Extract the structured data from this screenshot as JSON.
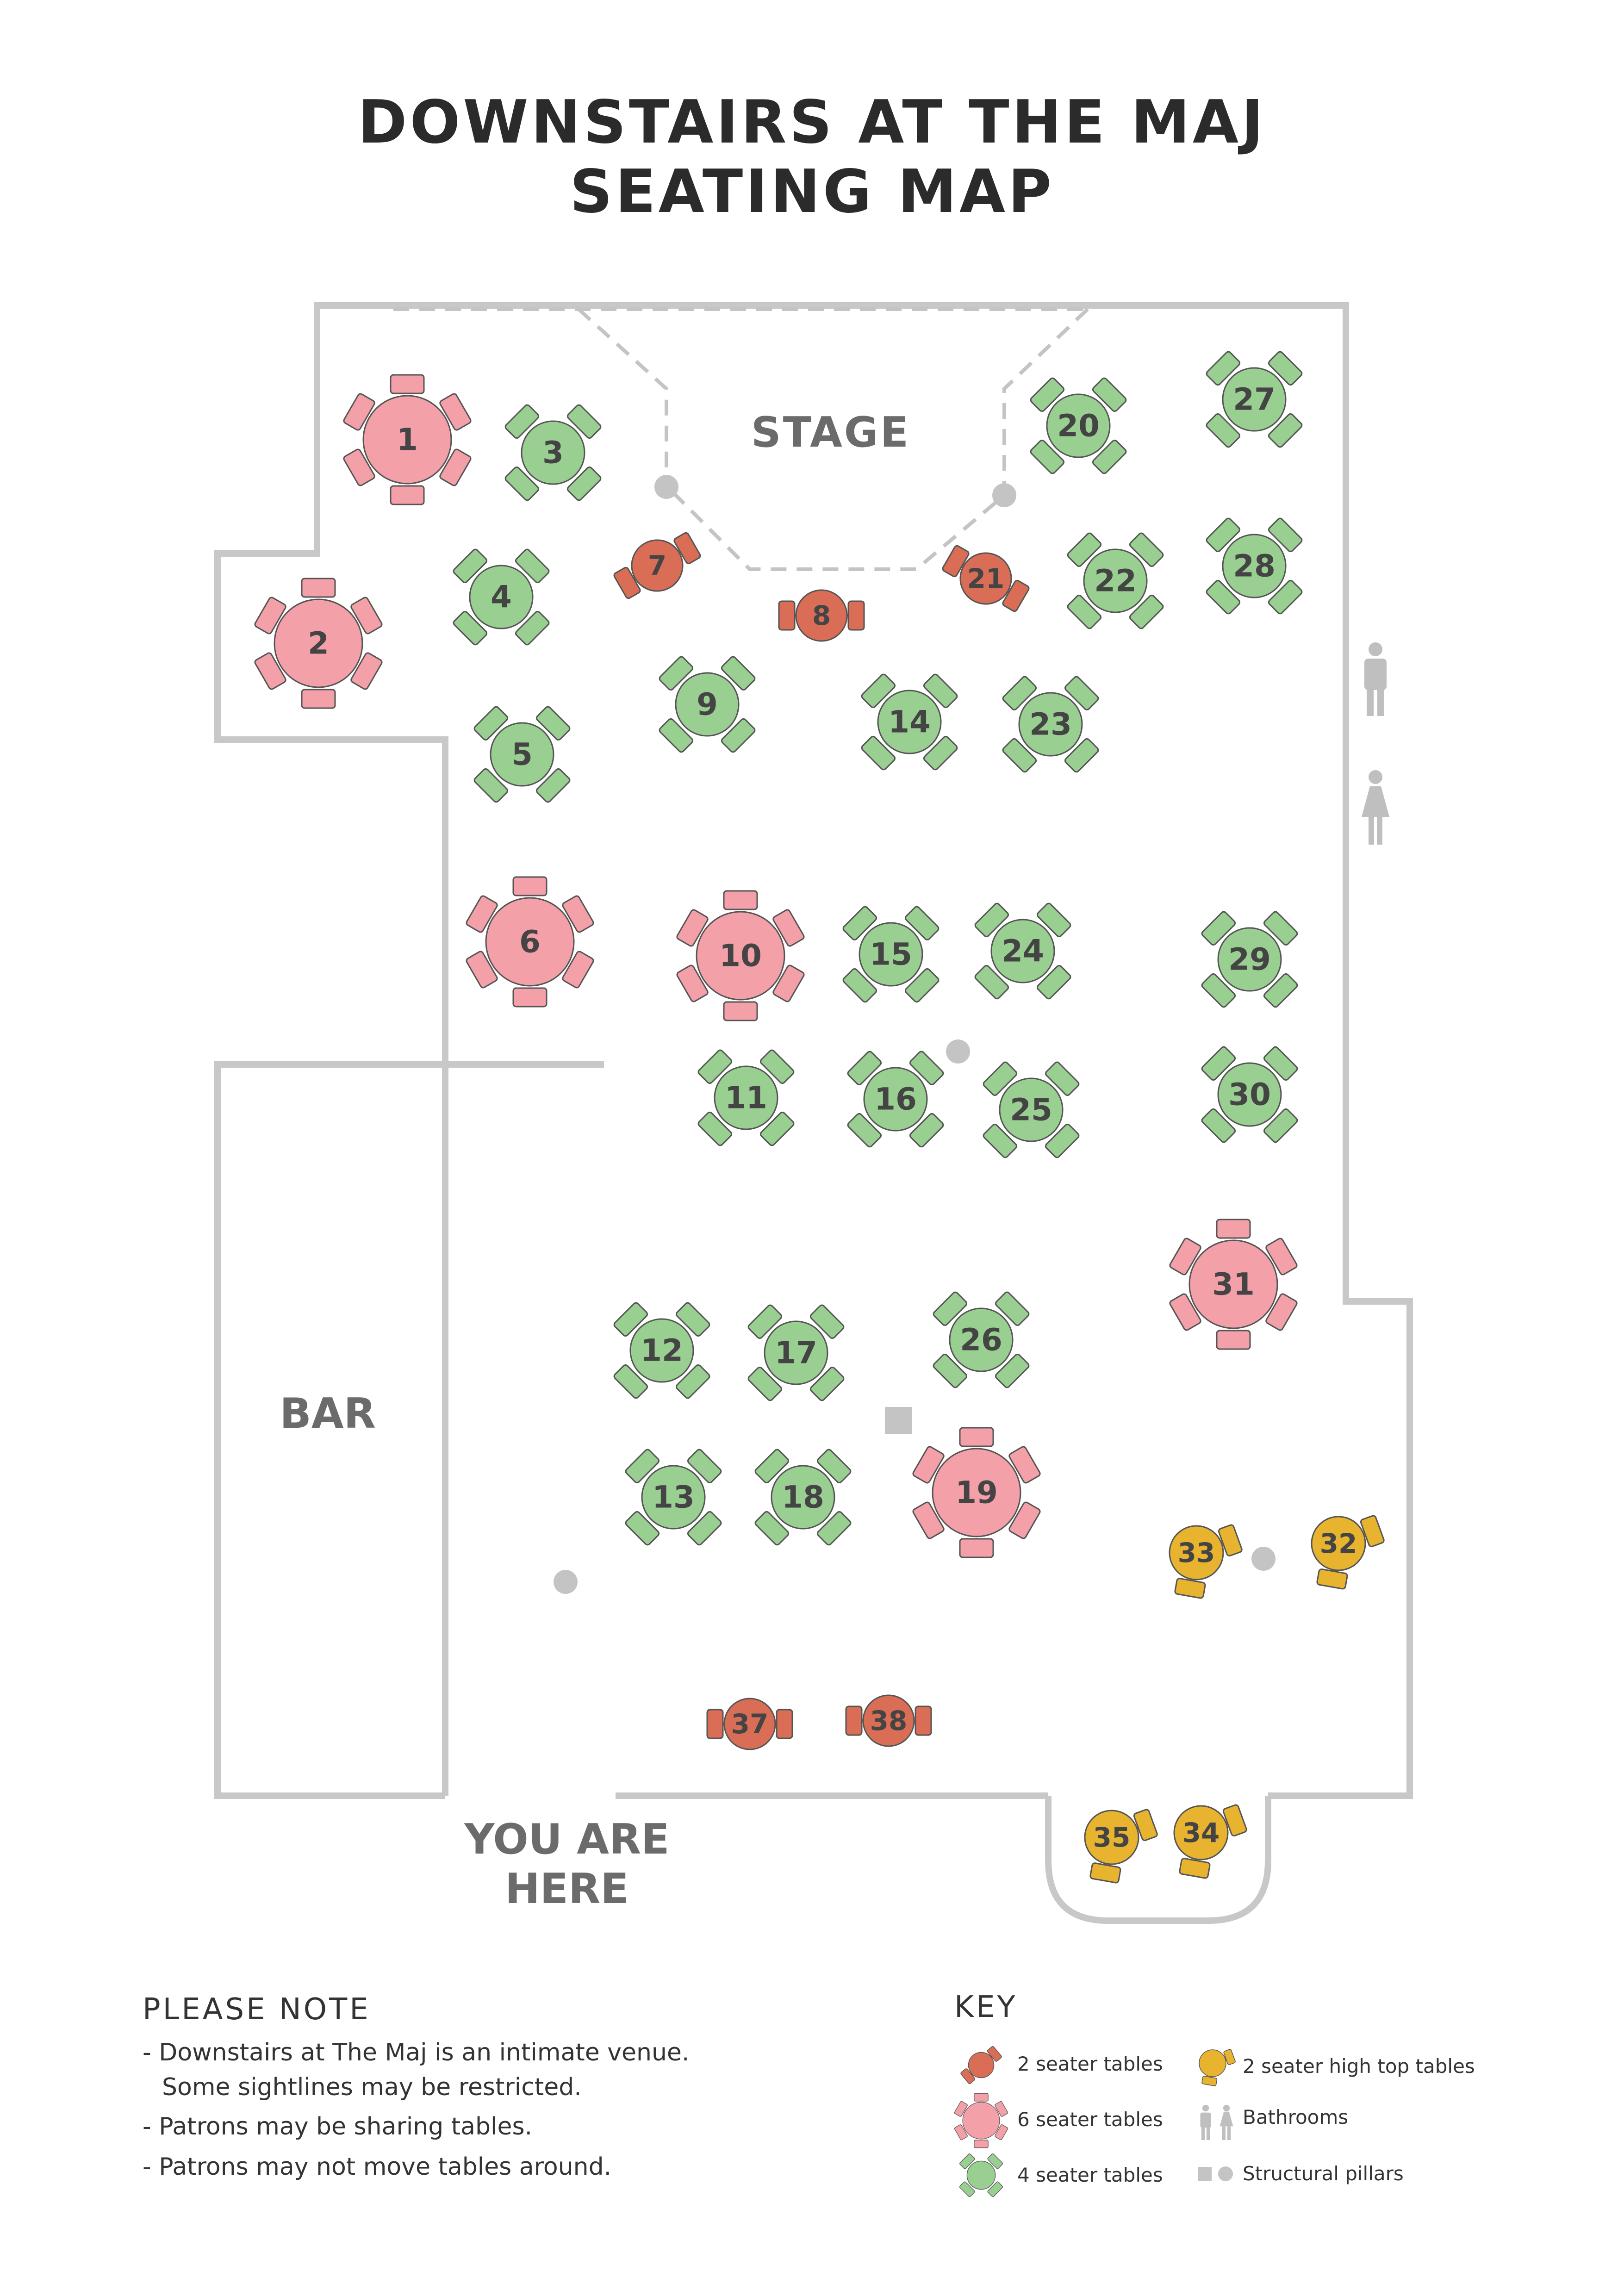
{
  "title": {
    "line1": "DOWNSTAIRS AT THE MAJ",
    "line2": "SEATING MAP"
  },
  "labels": {
    "stage": "STAGE",
    "bar": "BAR",
    "you_are_here_line1": "YOU ARE",
    "you_are_here_line2": "HERE"
  },
  "colors": {
    "six_seater": "#f4a0a8",
    "four_seater": "#9acf92",
    "two_seater": "#d96d55",
    "high_top": "#e8b430",
    "wall": "#c8c8c8",
    "pillar": "#c4c4c4",
    "label_gray": "#6b6b6b",
    "number": "#444444"
  },
  "tables": [
    {
      "number": "1",
      "type": "six_seater"
    },
    {
      "number": "2",
      "type": "six_seater"
    },
    {
      "number": "3",
      "type": "four_seater"
    },
    {
      "number": "4",
      "type": "four_seater"
    },
    {
      "number": "5",
      "type": "four_seater"
    },
    {
      "number": "6",
      "type": "six_seater"
    },
    {
      "number": "7",
      "type": "two_seater"
    },
    {
      "number": "8",
      "type": "two_seater"
    },
    {
      "number": "9",
      "type": "four_seater"
    },
    {
      "number": "10",
      "type": "six_seater"
    },
    {
      "number": "11",
      "type": "four_seater"
    },
    {
      "number": "12",
      "type": "four_seater"
    },
    {
      "number": "13",
      "type": "four_seater"
    },
    {
      "number": "14",
      "type": "four_seater"
    },
    {
      "number": "15",
      "type": "four_seater"
    },
    {
      "number": "16",
      "type": "four_seater"
    },
    {
      "number": "17",
      "type": "four_seater"
    },
    {
      "number": "18",
      "type": "four_seater"
    },
    {
      "number": "19",
      "type": "six_seater"
    },
    {
      "number": "20",
      "type": "four_seater"
    },
    {
      "number": "21",
      "type": "two_seater"
    },
    {
      "number": "22",
      "type": "four_seater"
    },
    {
      "number": "23",
      "type": "four_seater"
    },
    {
      "number": "24",
      "type": "four_seater"
    },
    {
      "number": "25",
      "type": "four_seater"
    },
    {
      "number": "26",
      "type": "four_seater"
    },
    {
      "number": "27",
      "type": "four_seater"
    },
    {
      "number": "28",
      "type": "four_seater"
    },
    {
      "number": "29",
      "type": "four_seater"
    },
    {
      "number": "30",
      "type": "four_seater"
    },
    {
      "number": "31",
      "type": "six_seater"
    },
    {
      "number": "32",
      "type": "high_top"
    },
    {
      "number": "33",
      "type": "high_top"
    },
    {
      "number": "34",
      "type": "high_top"
    },
    {
      "number": "35",
      "type": "high_top"
    },
    {
      "number": "37",
      "type": "two_seater"
    },
    {
      "number": "38",
      "type": "two_seater"
    }
  ],
  "please_note": {
    "heading": "PLEASE NOTE",
    "lines": [
      "- Downstairs at The Maj is an intimate venue.",
      "Some sightlines may be restricted.",
      "- Patrons may be sharing tables.",
      "- Patrons may not move tables around."
    ]
  },
  "key": {
    "heading": "KEY",
    "two_seater": "2 seater tables",
    "six_seater": "6 seater tables",
    "four_seater": "4 seater tables",
    "high_top": "2 seater high top tables",
    "bathrooms": "Bathrooms",
    "pillars": "Structural pillars"
  }
}
